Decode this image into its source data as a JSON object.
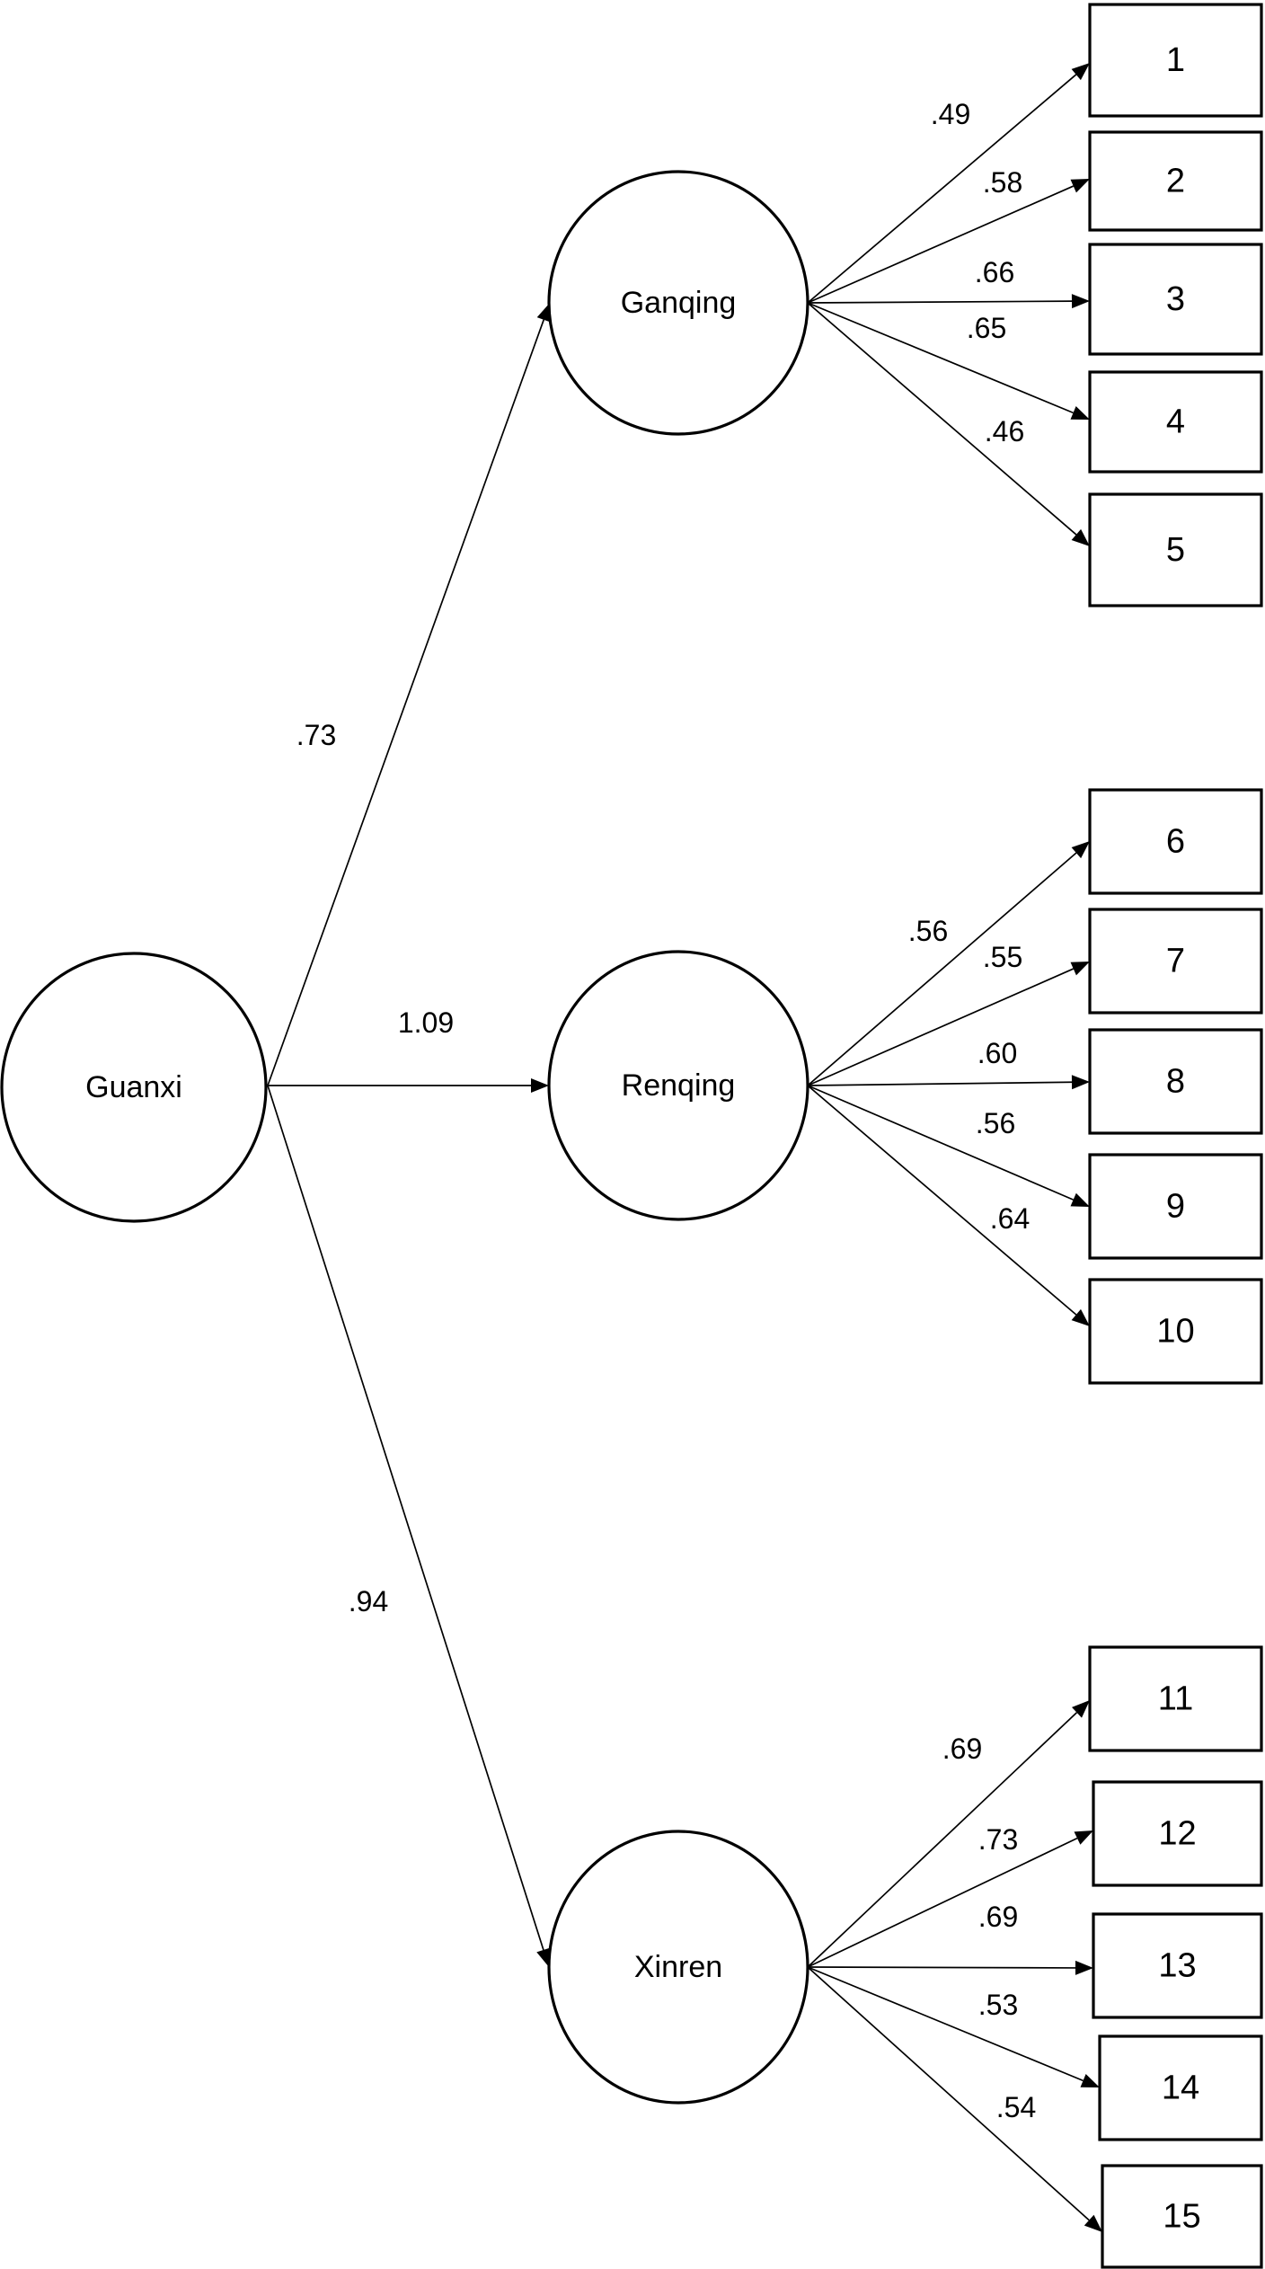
{
  "latent_factors": [
    {
      "id": "guanxi",
      "label": "Guanxi"
    },
    {
      "id": "ganqing",
      "label": "Ganqing"
    },
    {
      "id": "renqing",
      "label": "Renqing"
    },
    {
      "id": "xinren",
      "label": "Xinren"
    }
  ],
  "indicators": [
    "1",
    "2",
    "3",
    "4",
    "5",
    "6",
    "7",
    "8",
    "9",
    "10",
    "11",
    "12",
    "13",
    "14",
    "15"
  ],
  "structural_paths": [
    {
      "from": "guanxi",
      "to": "ganqing",
      "label": ".73"
    },
    {
      "from": "guanxi",
      "to": "renqing",
      "label": "1.09"
    },
    {
      "from": "guanxi",
      "to": "xinren",
      "label": ".94"
    }
  ],
  "loadings": [
    {
      "from": "ganqing",
      "to": "1",
      "label": ".49"
    },
    {
      "from": "ganqing",
      "to": "2",
      "label": ".58"
    },
    {
      "from": "ganqing",
      "to": "3",
      "label": ".66"
    },
    {
      "from": "ganqing",
      "to": "4",
      "label": ".65"
    },
    {
      "from": "ganqing",
      "to": "5",
      "label": ".46"
    },
    {
      "from": "renqing",
      "to": "6",
      "label": ".56"
    },
    {
      "from": "renqing",
      "to": "7",
      "label": ".55"
    },
    {
      "from": "renqing",
      "to": "8",
      "label": ".60"
    },
    {
      "from": "renqing",
      "to": "9",
      "label": ".56"
    },
    {
      "from": "renqing",
      "to": "10",
      "label": ".64"
    },
    {
      "from": "xinren",
      "to": "11",
      "label": ".69"
    },
    {
      "from": "xinren",
      "to": "12",
      "label": ".73"
    },
    {
      "from": "xinren",
      "to": "13",
      "label": ".69"
    },
    {
      "from": "xinren",
      "to": "14",
      "label": ".53"
    },
    {
      "from": "xinren",
      "to": "15",
      "label": ".54"
    }
  ]
}
